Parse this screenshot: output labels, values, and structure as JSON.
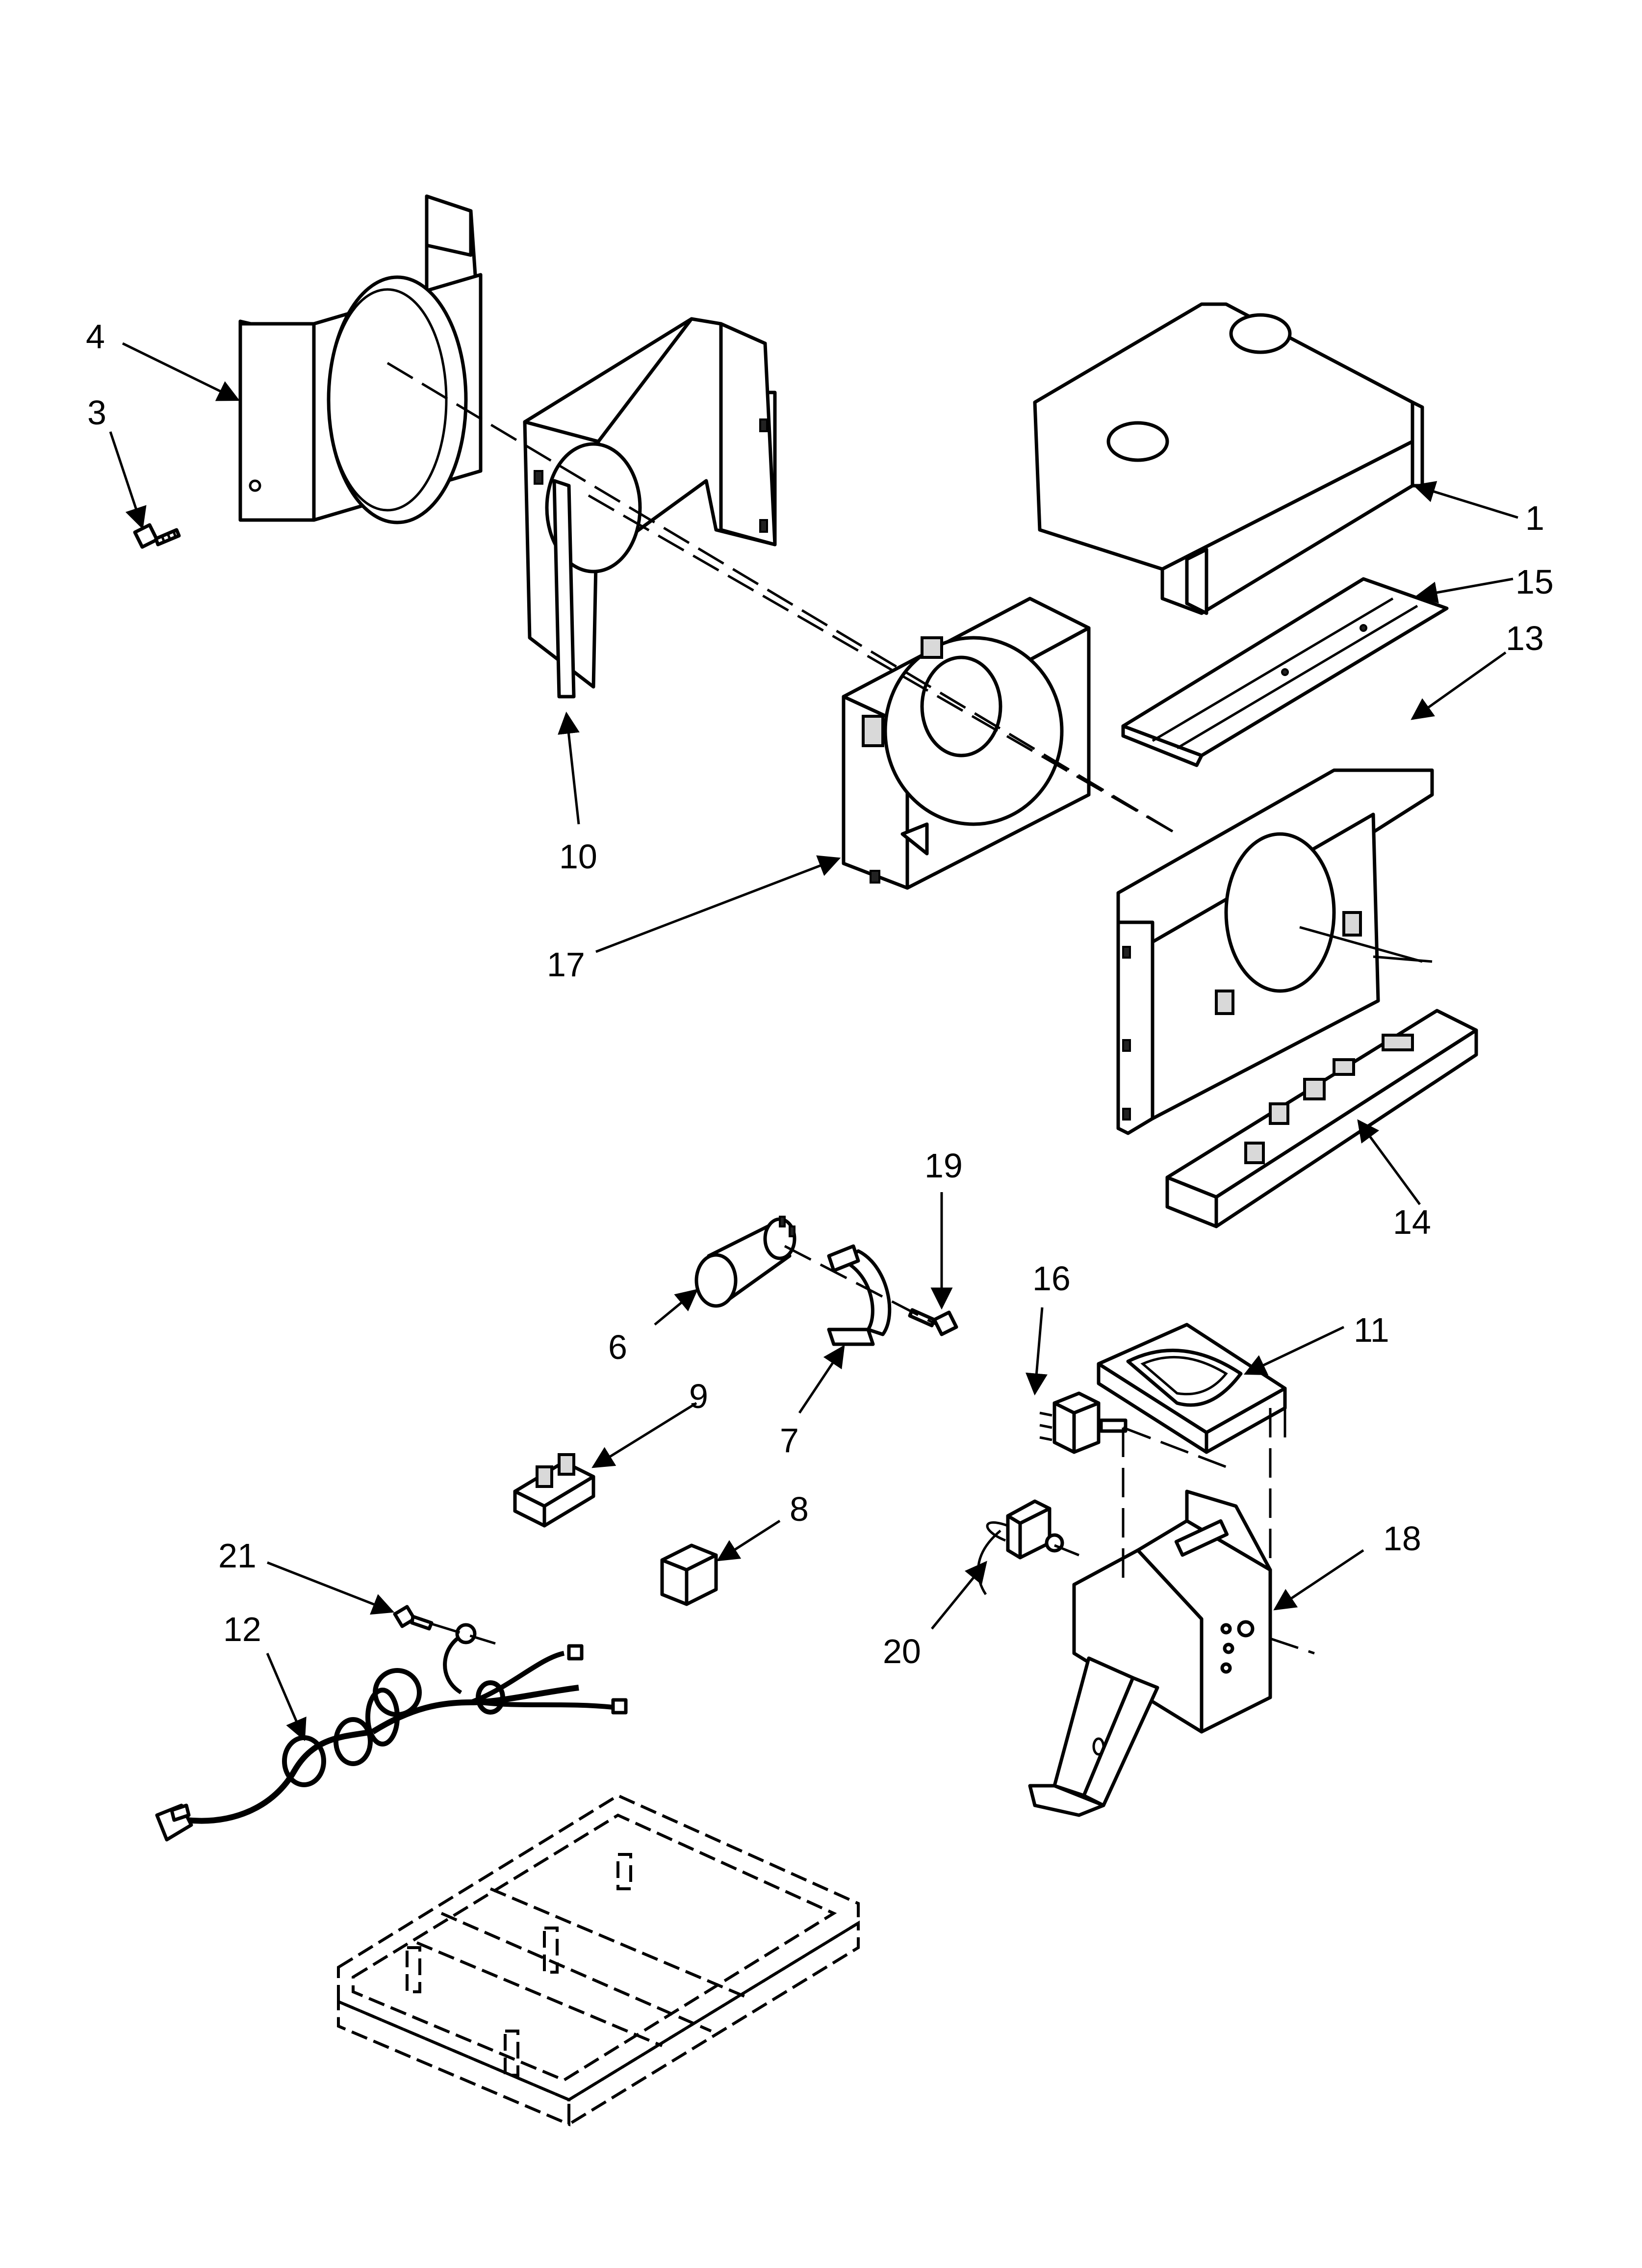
{
  "callouts": [
    {
      "id": "c1",
      "label": "1"
    },
    {
      "id": "c3",
      "label": "3"
    },
    {
      "id": "c4",
      "label": "4"
    },
    {
      "id": "c6",
      "label": "6"
    },
    {
      "id": "c7",
      "label": "7"
    },
    {
      "id": "c8",
      "label": "8"
    },
    {
      "id": "c9",
      "label": "9"
    },
    {
      "id": "c10",
      "label": "10"
    },
    {
      "id": "c11",
      "label": "11"
    },
    {
      "id": "c12",
      "label": "12"
    },
    {
      "id": "c13",
      "label": "13"
    },
    {
      "id": "c14",
      "label": "14"
    },
    {
      "id": "c15",
      "label": "15"
    },
    {
      "id": "c16",
      "label": "16"
    },
    {
      "id": "c17",
      "label": "17"
    },
    {
      "id": "c18",
      "label": "18"
    },
    {
      "id": "c19",
      "label": "19"
    },
    {
      "id": "c20",
      "label": "20"
    },
    {
      "id": "c21",
      "label": "21"
    }
  ]
}
